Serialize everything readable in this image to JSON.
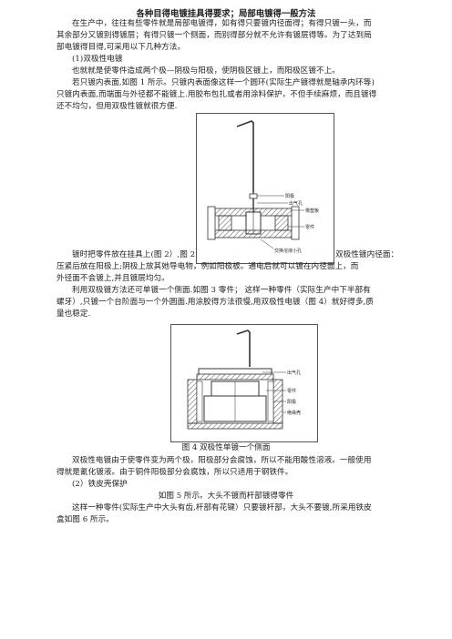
{
  "doc": {
    "title": "各种目得电镀挂具得要求；局部电镀得一般方法",
    "p1": [
      "在生产中，往往有些零件就是局部电镀得，如有得只要镀内径面得；有得只镀一头，而",
      "其余部分又镀别得镀层；有得只镀一个侧面，而别得部分就不允许有镀层得等。为了达到局",
      "部电镀得目得,可采用以下几种方法。"
    ],
    "h1": "(1)双极性电镀",
    "p2": "也就就是使零件造成两个极—阴极与阳极，使阴极区镀上，而阳极区镀不上。",
    "p3": [
      "若只镀内表面,如图 1 所示。只镀内表面像这样一个圆环(实际生产镀得就是轴承内环等)",
      "只镀内表面,而端面与外径都不能镀上.用胶布包扎或者用涂料保护，不但手续麻烦，而且镀得",
      "还不均匀，但用双极性镀就很方便."
    ],
    "p4a_left": "镀时把零件放在挂具上(图 2）,图 2",
    "p4a_right": "双极性镀内径面：",
    "p4": [
      "压紧后放在阳极上;阴极上放其她导电物，例如阳极板。通电后就可以镀在内径面上，而",
      "外径面不会镀上,并且镀层均匀。"
    ],
    "p5": [
      "利用双极镀方法还可单镀一个侧面.如图 3 零件；  这样一种零件（实际生产中下半部有",
      "螺牙）,只镀一个台阶面与一个外圆面.用涂胶得方法很慢,用双极性电镀（图 4）就好得多,质",
      "量也稳定."
    ],
    "caption_fig4": "图 4 双极性单镀一个侧面",
    "p6": [
      "双极性电镀由于使零件变为两个极，阳极部分会腐蚀，所以不能用酸性溶液。一般使用",
      "得就是氰化镀液。由于铜件阳极部分会腐蚀，所以只适用于钢铁件。"
    ],
    "h2": "(2）铁皮壳保护",
    "caption_fig5": "如图 5 所示。大头不镀而杆部镀得零件",
    "p7": [
      "这样一种零件(实际生产中大头有齿,杆部有花键）只要镀杆部，大头不要镀,所采用铁皮",
      "盒如图 6 所示。"
    ]
  },
  "fig2": {
    "labels": {
      "anode": "阳极",
      "vent": "出气孔",
      "insulation": "橡塑板",
      "part": "零件",
      "hole": "交换溶液小孔"
    }
  },
  "fig4": {
    "labels": {
      "vent": "出气孔",
      "part": "零件",
      "anode": "阳极",
      "insulator": "绝缘壳"
    }
  },
  "colors": {
    "text": "#222222",
    "line": "#333333",
    "hatch": "#555555"
  }
}
